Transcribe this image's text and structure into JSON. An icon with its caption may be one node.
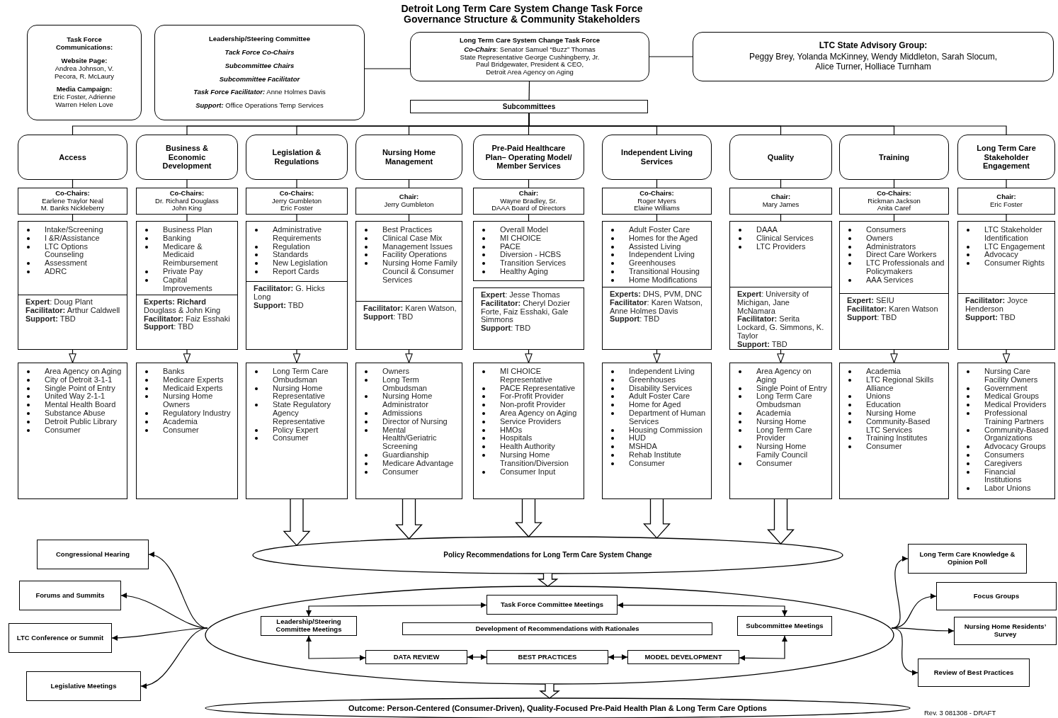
{
  "diagram": {
    "title": "Detroit Long Term Care System Change Task Force Governance Structure & Community Stakeholders",
    "nodes": [
      {
        "text": [
          "Task Force Communications:",
          "Website Page:",
          "Andrea Johnson, V. Pecora, R. McLaury",
          "Media Campaign:",
          "Eric Foster, Adrienne Warren Helen Love"
        ]
      },
      {
        "text": [
          "Leadership/Steering Committee",
          "Tack Force Co-Chairs",
          "Subcommittee Chairs",
          "Subcommittee Facilitator",
          "**Task Force Facilitator:** Anne Holmes Davis",
          "**Support:** Office Operations Temp Services"
        ]
      },
      {
        "text": [
          "Long Term Care System Change Task Force",
          "**Co-Chairs**: Senator Samuel “Buzz” Thomas",
          "State Representative George Cushingberry, Jr.",
          "Paul Bridgewater, President & CEO,",
          "Detroit Area Agency on Aging"
        ]
      },
      {
        "text": [
          "LTC State Advisory Group:",
          "Peggy Brey, Yolanda McKinney, Wendy Middleton, Sarah Slocum, Alice Turner, Holliace Turnham"
        ]
      },
      {
        "text": [
          "Subcommittees"
        ]
      },
      {
        "text": [
          "Access"
        ]
      },
      {
        "text": [
          "Co-Chairs:",
          "Earlene Traylor Neal",
          "M. Banks Nickleberry"
        ]
      },
      {
        "text": [
          "Intake/Screening",
          "I &R/Assistance",
          "LTC Options Counseling",
          "Assessment",
          "ADRC"
        ]
      },
      {
        "text": [
          "**Expert**: Doug Plant",
          "**Facilitator:** Arthur Caldwell",
          "**Support:** TBD"
        ]
      },
      {
        "text": [
          "Area Agency on Aging",
          "City of Detroit 3-1-1",
          "Single Point of Entry",
          "United Way 2-1-1",
          "Mental Health Board",
          "Substance Abuse",
          "Detroit Public Library",
          "Consumer"
        ]
      },
      {
        "text": [
          "Business & Economic Development"
        ]
      },
      {
        "text": [
          "Co-Chairs:",
          "Dr. Richard Douglass",
          "John King"
        ]
      },
      {
        "text": [
          "Business Plan",
          "Banking",
          "Medicare & Medicaid Reimbursement",
          "Private Pay",
          "Capital Improvements"
        ]
      },
      {
        "text": [
          "**Experts:  Richard** Douglass & John King",
          "**Facilitator:** Faiz Esshaki",
          "**Support**:  TBD"
        ]
      },
      {
        "text": [
          "Banks",
          "Medicare Experts",
          "Medicaid Experts",
          "Nursing Home Owners",
          "Regulatory Industry",
          "Academia",
          "Consumer"
        ]
      },
      {
        "text": [
          "Legislation & Regulations"
        ]
      },
      {
        "text": [
          "Co-Chairs:",
          "Jerry Gumbleton",
          "Eric Foster"
        ]
      },
      {
        "text": [
          "Administrative Requirements",
          "Regulation",
          "Standards",
          "New Legislation",
          "Report Cards"
        ]
      },
      {
        "text": [
          "**Facilitator:**  G. Hicks Long",
          "**Support:**  TBD"
        ]
      },
      {
        "text": [
          "Long Term Care Ombudsman",
          "Nursing Home Representative",
          "State Regulatory Agency Representative",
          "Policy Expert",
          "Consumer"
        ]
      },
      {
        "text": [
          "Nursing Home Management"
        ]
      },
      {
        "text": [
          "Chair:",
          "Jerry Gumbleton"
        ]
      },
      {
        "text": [
          "Best Practices",
          "Clinical Case Mix",
          "Management Issues",
          "Facility Operations",
          "Nursing Home Family Council & Consumer Services"
        ]
      },
      {
        "text": [
          "**Facilitator:** Karen Watson,",
          "**Support**: TBD"
        ]
      },
      {
        "text": [
          "Owners",
          "Long Term Ombudsman",
          "Nursing Home Administrator",
          "Admissions",
          "Director of Nursing",
          "Mental Health/Geriatric Screening",
          "Guardianship",
          "Medicare Advantage",
          "Consumer"
        ]
      },
      {
        "text": [
          "Pre-Paid Healthcare Plan– Operating Model/ Member Services"
        ]
      },
      {
        "text": [
          "Chair:",
          "Wayne Bradley, Sr.",
          "DAAA Board of Directors"
        ]
      },
      {
        "text": [
          "Overall Model",
          "MI CHOICE",
          "PACE",
          "Diversion - HCBS",
          "Transition Services",
          "Healthy Aging"
        ]
      },
      {
        "text": [
          "**Expert**: Jesse Thomas",
          "**Facilitator:**  Cheryl Dozier Forte, Faiz Esshaki, Gale Simmons",
          "**Support**:  TBD"
        ]
      },
      {
        "text": [
          "MI CHOICE Representative",
          "PACE Representative",
          "For-Profit Provider",
          "Non-profit Provider",
          "Area Agency on Aging",
          "Service Providers",
          "HMOs",
          "Hospitals",
          "Health Authority",
          "Nursing Home Transition/Diversion",
          "Consumer Input"
        ]
      },
      {
        "text": [
          "Independent Living Services"
        ]
      },
      {
        "text": [
          "Co-Chairs:",
          "Roger Myers",
          "Elaine Williams"
        ]
      },
      {
        "text": [
          "Adult Foster Care",
          "Homes for the Aged",
          "Assisted Living",
          "Independent Living",
          "Greenhouses",
          "Transitional Housing",
          "Home Modifications"
        ]
      },
      {
        "text": [
          "**Experts:** DHS, PVM, DNC",
          "**Facilitator**:  Karen Watson, Anne Holmes Davis",
          "**Support**:  TBD"
        ]
      },
      {
        "text": [
          "Independent Living",
          "Greenhouses",
          "Disability Services",
          "Adult Foster Care",
          "Home for Aged",
          "Department of Human Services",
          "Housing Commission",
          "HUD",
          "MSHDA",
          "Rehab Institute",
          "Consumer"
        ]
      },
      {
        "text": [
          "Quality"
        ]
      },
      {
        "text": [
          "Chair:",
          "Mary James"
        ]
      },
      {
        "text": [
          "DAAA",
          "Clinical Services",
          "LTC Providers"
        ]
      },
      {
        "text": [
          "**Expert**: University of Michigan, Jane McNamara",
          "**Facilitator:** Serita Lockard, G. Simmons, K. Taylor",
          "**Support:**  TBD"
        ]
      },
      {
        "text": [
          "Area Agency on Aging",
          "Single Point of Entry",
          "Long Term Care Ombudsman",
          "Academia",
          "Nursing Home",
          "Long Term Care Provider",
          "Nursing Home Family Council",
          "Consumer"
        ]
      },
      {
        "text": [
          "Training"
        ]
      },
      {
        "text": [
          "Co-Chairs:",
          "Rickman Jackson",
          "Anita Caref"
        ]
      },
      {
        "text": [
          "Consumers",
          "Owners",
          "Administrators",
          "Direct Care Workers",
          "LTC Professionals and Policymakers",
          "AAA Services"
        ]
      },
      {
        "text": [
          "**Expert:**  SEIU",
          "**Facilitator:** Karen Watson",
          "**Support**:  TBD"
        ]
      },
      {
        "text": [
          "Academia",
          "LTC Regional Skills Alliance",
          "Unions",
          "Education",
          "Nursing Home",
          "Community-Based LTC Services",
          "Training Institutes",
          "Consumer"
        ]
      },
      {
        "text": [
          "Long Term Care Stakeholder Engagement"
        ]
      },
      {
        "text": [
          "Chair:",
          "Eric Foster"
        ]
      },
      {
        "text": [
          "LTC Stakeholder Identification",
          "LTC Engagement",
          "Advocacy",
          "Consumer Rights"
        ]
      },
      {
        "text": [
          "**Facilitator:** Joyce Henderson",
          "**Support:** TBD"
        ]
      },
      {
        "text": [
          "Nursing Care Facility Owners",
          "Government",
          "Medical Groups",
          "Medical Providers",
          "Professional Training Partners",
          "Community-Based Organizations",
          "Advocacy Groups",
          "Consumers",
          "Caregivers",
          "Financial Institutions",
          "Labor Unions"
        ]
      },
      {
        "text": [
          "Policy Recommendations for Long Term Care System Change"
        ]
      },
      {
        "text": [],
        "shape": "ellipse"
      },
      {
        "text": [
          "Task Force Committee Meetings"
        ],
        "in": 51
      },
      {
        "text": [
          "Leadership/Steering Committee Meetings"
        ],
        "in": 51
      },
      {
        "text": [
          "Development of Recommendations with Rationales"
        ],
        "in": 51
      },
      {
        "text": [
          "Subcommittee Meetings"
        ],
        "in": 51
      },
      {
        "text": [
          "DATA REVIEW"
        ],
        "in": 51
      },
      {
        "text": [
          "BEST PRACTICES"
        ],
        "in": 51
      },
      {
        "text": [
          "MODEL DEVELOPMENT"
        ],
        "in": 51
      },
      {
        "text": [
          "Congressional Hearing"
        ]
      },
      {
        "text": [
          "Forums and Summits"
        ]
      },
      {
        "text": [
          "LTC Conference or Summit"
        ]
      },
      {
        "text": [
          "Legislative Meetings"
        ]
      },
      {
        "text": [
          "Long Term Care Knowledge & Opinion Poll"
        ]
      },
      {
        "text": [
          "Focus Groups"
        ]
      },
      {
        "text": [
          "Nursing Home Residents’ Survey"
        ]
      },
      {
        "text": [
          "Review of Best Practices"
        ]
      },
      {
        "text": [
          "Outcome: Person-Centered (Consumer-Driven), Quality-Focused Pre-Paid Health Plan & Long Term Care Options"
        ]
      }
    ],
    "edges": [
      {
        "from": 2,
        "to": 1,
        "arrow": "none"
      },
      {
        "from": 2,
        "to": 3,
        "arrow": "none"
      },
      {
        "from": 2,
        "to": 4,
        "arrow": "none"
      },
      {
        "from": 4,
        "to": 5,
        "arrow": "none"
      },
      {
        "from": 4,
        "to": 10,
        "arrow": "none"
      },
      {
        "from": 4,
        "to": 15,
        "arrow": "none"
      },
      {
        "from": 4,
        "to": 20,
        "arrow": "none"
      },
      {
        "from": 4,
        "to": 25,
        "arrow": "none"
      },
      {
        "from": 4,
        "to": 30,
        "arrow": "none"
      },
      {
        "from": 4,
        "to": 35,
        "arrow": "none"
      },
      {
        "from": 4,
        "to": 40,
        "arrow": "none"
      },
      {
        "from": 4,
        "to": 45,
        "arrow": "none"
      },
      {
        "from": 5,
        "to": 6,
        "arrow": "none"
      },
      {
        "from": 6,
        "to": 7,
        "arrow": "none"
      },
      {
        "from": 8,
        "to": 9,
        "arrow": "to"
      },
      {
        "from": 10,
        "to": 11,
        "arrow": "none"
      },
      {
        "from": 11,
        "to": 12,
        "arrow": "none"
      },
      {
        "from": 13,
        "to": 14,
        "arrow": "to"
      },
      {
        "from": 15,
        "to": 16,
        "arrow": "none"
      },
      {
        "from": 16,
        "to": 17,
        "arrow": "none"
      },
      {
        "from": 18,
        "to": 19,
        "arrow": "to"
      },
      {
        "from": 20,
        "to": 21,
        "arrow": "none"
      },
      {
        "from": 21,
        "to": 22,
        "arrow": "none"
      },
      {
        "from": 23,
        "to": 24,
        "arrow": "to"
      },
      {
        "from": 25,
        "to": 26,
        "arrow": "none"
      },
      {
        "from": 26,
        "to": 27,
        "arrow": "none"
      },
      {
        "from": 28,
        "to": 29,
        "arrow": "to"
      },
      {
        "from": 30,
        "to": 31,
        "arrow": "none"
      },
      {
        "from": 31,
        "to": 32,
        "arrow": "none"
      },
      {
        "from": 33,
        "to": 34,
        "arrow": "to"
      },
      {
        "from": 35,
        "to": 36,
        "arrow": "none"
      },
      {
        "from": 36,
        "to": 37,
        "arrow": "none"
      },
      {
        "from": 38,
        "to": 39,
        "arrow": "to"
      },
      {
        "from": 40,
        "to": 41,
        "arrow": "none"
      },
      {
        "from": 41,
        "to": 42,
        "arrow": "none"
      },
      {
        "from": 43,
        "to": 44,
        "arrow": "to"
      },
      {
        "from": 45,
        "to": 46,
        "arrow": "none"
      },
      {
        "from": 46,
        "to": 47,
        "arrow": "none"
      },
      {
        "from": 48,
        "to": 49,
        "arrow": "to"
      },
      {
        "from": 19,
        "to": 50,
        "arrow": "to",
        "style": "thick"
      },
      {
        "from": 24,
        "to": 50,
        "arrow": "to",
        "style": "thick"
      },
      {
        "from": 29,
        "to": 50,
        "arrow": "to",
        "style": "thick"
      },
      {
        "from": 34,
        "to": 50,
        "arrow": "to",
        "style": "thick"
      },
      {
        "from": 39,
        "to": 50,
        "arrow": "to",
        "style": "thick"
      },
      {
        "from": 50,
        "to": 51,
        "arrow": "to",
        "style": "thick"
      },
      {
        "from": 51,
        "to": 67,
        "arrow": "to",
        "style": "thick"
      },
      {
        "from": 52,
        "to": 53,
        "arrow": "both"
      },
      {
        "from": 52,
        "to": 55,
        "arrow": "both"
      },
      {
        "from": 53,
        "to": 56,
        "arrow": "both"
      },
      {
        "from": 56,
        "to": 57,
        "arrow": "both"
      },
      {
        "from": 57,
        "to": 58,
        "arrow": "both"
      },
      {
        "from": 58,
        "to": 55,
        "arrow": "both"
      },
      {
        "from": 51,
        "to": 59,
        "arrow": "to"
      },
      {
        "from": 51,
        "to": 60,
        "arrow": "to"
      },
      {
        "from": 51,
        "to": 61,
        "arrow": "to"
      },
      {
        "from": 51,
        "to": 62,
        "arrow": "to"
      },
      {
        "from": 51,
        "to": 63,
        "arrow": "to"
      },
      {
        "from": 51,
        "to": 64,
        "arrow": "to"
      },
      {
        "from": 51,
        "to": 65,
        "arrow": "to"
      },
      {
        "from": 51,
        "to": 66,
        "arrow": "to"
      }
    ],
    "labels": [
      "Rev. 3 081308  - DRAFT"
    ]
  }
}
